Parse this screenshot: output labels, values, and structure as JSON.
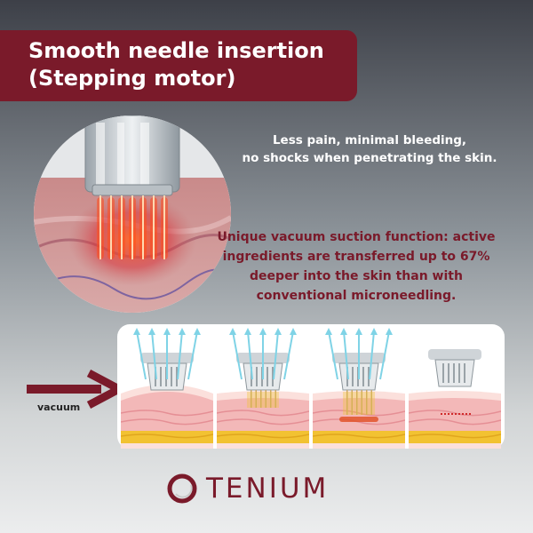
{
  "title": {
    "line1": "Smooth needle insertion",
    "line2": "(Stepping motor)"
  },
  "tagline": {
    "line1": "Less pain, minimal bleeding,",
    "line2": "no shocks when penetrating the skin."
  },
  "vacuum_description": {
    "line1": "Unique vacuum suction function: active",
    "line2": "ingredients are transferred up to 67%",
    "line3": "deeper into the skin than with",
    "line4": "conventional microneedling."
  },
  "diagram": {
    "label": "vacuum",
    "stage_count": 4
  },
  "brand": {
    "name": "TENIUM",
    "icon": "ring-logo-icon"
  },
  "colors": {
    "accent": "#7a1a2a",
    "skin": "#f3b8b8",
    "fat": "#f2c232"
  }
}
